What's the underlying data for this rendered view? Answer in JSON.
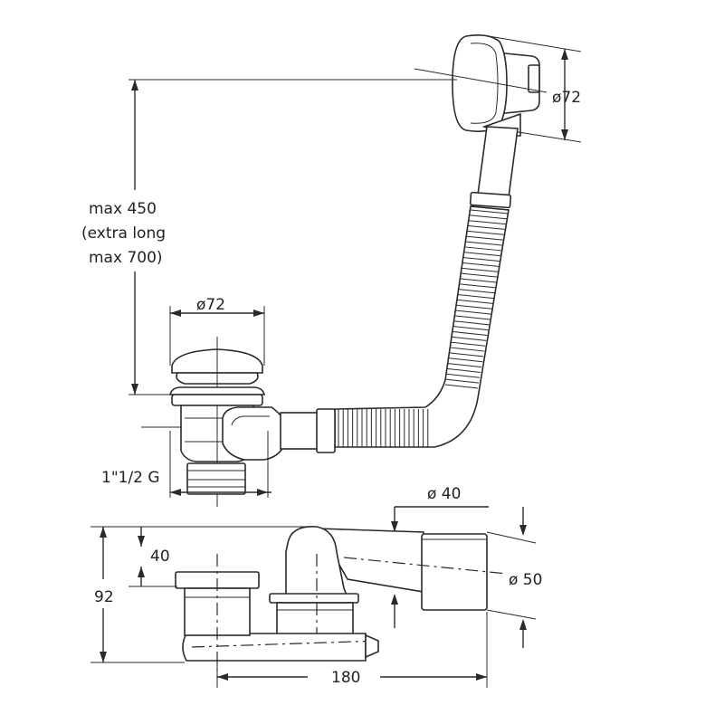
{
  "labels": {
    "overflow_diameter": "ø72",
    "drain_diameter": "ø72",
    "height_max_line1": "max 450",
    "height_max_line2": "(extra long",
    "height_max_line3": "max 700)",
    "thread_size": "1\"1/2 G",
    "pipe_diameter_40": "ø 40",
    "pipe_diameter_50": "ø 50",
    "height_40": "40",
    "height_92": "92",
    "length_180": "180"
  },
  "colors": {
    "line": "#2a2a2a",
    "background": "#ffffff"
  }
}
